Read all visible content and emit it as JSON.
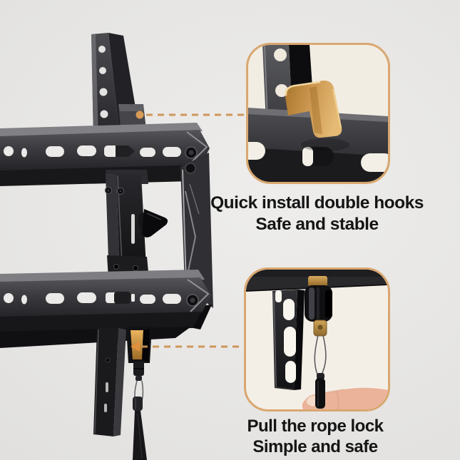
{
  "page": {
    "type": "product-feature-image",
    "subject": "TV wall mount bracket"
  },
  "callouts": [
    {
      "name": "quick-install-hooks",
      "caption_line1": "Quick install double hooks",
      "caption_line2": "Safe and stable"
    },
    {
      "name": "rope-lock",
      "caption_line1": "Pull the rope lock",
      "caption_line2": "Simple and safe"
    }
  ],
  "colors": {
    "background": "#e7e6e4",
    "callout_border": "#d9a770",
    "callout_background": "#f2ede3",
    "accent_gold": "#c9913e",
    "leader_line": "#d2945a",
    "bracket_metal_dark": "#1b1b1d",
    "bracket_metal_mid": "#3e3e42",
    "caption_text": "#151515",
    "skin_tone": "#eab39a"
  }
}
